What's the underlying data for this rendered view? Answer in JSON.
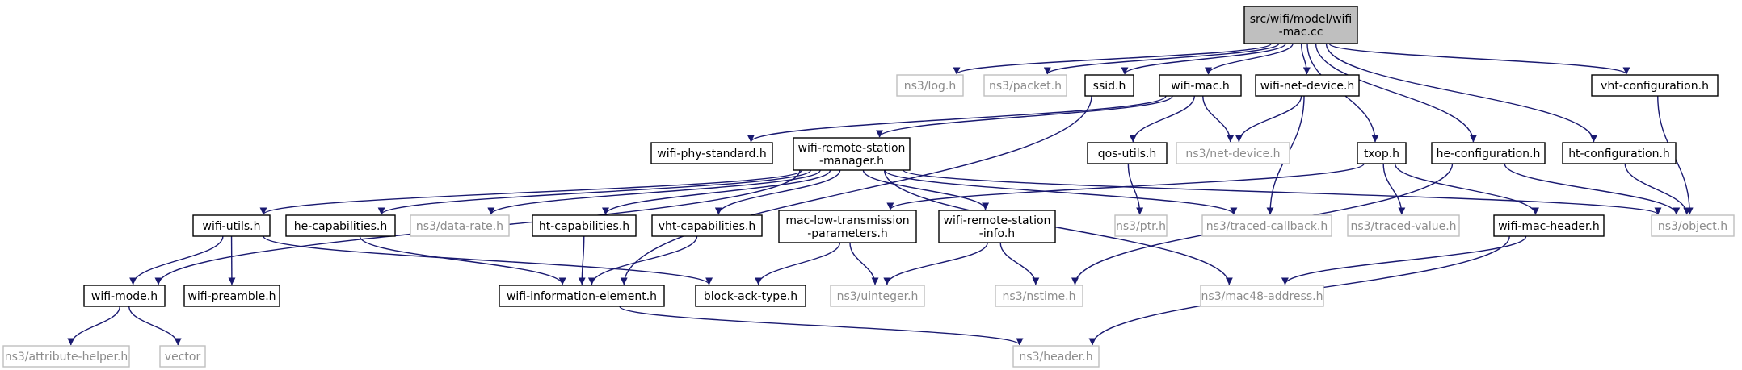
{
  "colors": {
    "edge": "#191970",
    "internal_border": "#000000",
    "external_border": "#bfbfbf",
    "root_fill": "#bfbfbf",
    "external_text": "#8c8c8c"
  },
  "nodes": {
    "root": {
      "lines": [
        "src/wifi/model/wifi",
        "-mac.cc"
      ],
      "kind": "root"
    },
    "ns3_log": {
      "lines": [
        "ns3/log.h"
      ],
      "kind": "external"
    },
    "ns3_packet": {
      "lines": [
        "ns3/packet.h"
      ],
      "kind": "external"
    },
    "ssid": {
      "lines": [
        "ssid.h"
      ],
      "kind": "internal"
    },
    "wifi_mac": {
      "lines": [
        "wifi-mac.h"
      ],
      "kind": "internal"
    },
    "wifi_net_device": {
      "lines": [
        "wifi-net-device.h"
      ],
      "kind": "internal"
    },
    "vht_configuration": {
      "lines": [
        "vht-configuration.h"
      ],
      "kind": "internal"
    },
    "wifi_phy_standard": {
      "lines": [
        "wifi-phy-standard.h"
      ],
      "kind": "internal"
    },
    "wifi_remote_station_manager": {
      "lines": [
        "wifi-remote-station",
        "-manager.h"
      ],
      "kind": "internal"
    },
    "qos_utils": {
      "lines": [
        "qos-utils.h"
      ],
      "kind": "internal"
    },
    "ns3_net_device": {
      "lines": [
        "ns3/net-device.h"
      ],
      "kind": "external"
    },
    "txop": {
      "lines": [
        "txop.h"
      ],
      "kind": "internal"
    },
    "he_configuration": {
      "lines": [
        "he-configuration.h"
      ],
      "kind": "internal"
    },
    "ht_configuration": {
      "lines": [
        "ht-configuration.h"
      ],
      "kind": "internal"
    },
    "wifi_utils": {
      "lines": [
        "wifi-utils.h"
      ],
      "kind": "internal"
    },
    "he_capabilities": {
      "lines": [
        "he-capabilities.h"
      ],
      "kind": "internal"
    },
    "ns3_data_rate": {
      "lines": [
        "ns3/data-rate.h"
      ],
      "kind": "external"
    },
    "ht_capabilities": {
      "lines": [
        "ht-capabilities.h"
      ],
      "kind": "internal"
    },
    "vht_capabilities": {
      "lines": [
        "vht-capabilities.h"
      ],
      "kind": "internal"
    },
    "mac_low_transmission_parameters": {
      "lines": [
        "mac-low-transmission",
        "-parameters.h"
      ],
      "kind": "internal"
    },
    "wifi_remote_station_info": {
      "lines": [
        "wifi-remote-station",
        "-info.h"
      ],
      "kind": "internal"
    },
    "ns3_ptr": {
      "lines": [
        "ns3/ptr.h"
      ],
      "kind": "external"
    },
    "ns3_traced_callback": {
      "lines": [
        "ns3/traced-callback.h"
      ],
      "kind": "external"
    },
    "ns3_traced_value": {
      "lines": [
        "ns3/traced-value.h"
      ],
      "kind": "external"
    },
    "wifi_mac_header": {
      "lines": [
        "wifi-mac-header.h"
      ],
      "kind": "internal"
    },
    "ns3_object": {
      "lines": [
        "ns3/object.h"
      ],
      "kind": "external"
    },
    "wifi_mode": {
      "lines": [
        "wifi-mode.h"
      ],
      "kind": "internal"
    },
    "wifi_preamble": {
      "lines": [
        "wifi-preamble.h"
      ],
      "kind": "internal"
    },
    "wifi_information_element": {
      "lines": [
        "wifi-information-element.h"
      ],
      "kind": "internal"
    },
    "block_ack_type": {
      "lines": [
        "block-ack-type.h"
      ],
      "kind": "internal"
    },
    "ns3_uinteger": {
      "lines": [
        "ns3/uinteger.h"
      ],
      "kind": "external"
    },
    "ns3_nstime": {
      "lines": [
        "ns3/nstime.h"
      ],
      "kind": "external"
    },
    "ns3_mac48_address": {
      "lines": [
        "ns3/mac48-address.h"
      ],
      "kind": "external"
    },
    "ns3_attribute_helper": {
      "lines": [
        "ns3/attribute-helper.h"
      ],
      "kind": "external"
    },
    "vector": {
      "lines": [
        "vector"
      ],
      "kind": "external"
    },
    "ns3_header": {
      "lines": [
        "ns3/header.h"
      ],
      "kind": "external"
    }
  },
  "edges": [
    [
      "root",
      "ns3_log"
    ],
    [
      "root",
      "ns3_packet"
    ],
    [
      "root",
      "ssid"
    ],
    [
      "root",
      "wifi_mac"
    ],
    [
      "root",
      "wifi_net_device"
    ],
    [
      "root",
      "txop"
    ],
    [
      "root",
      "he_configuration"
    ],
    [
      "root",
      "ht_configuration"
    ],
    [
      "root",
      "vht_configuration"
    ],
    [
      "ssid",
      "wifi_information_element"
    ],
    [
      "wifi_mac",
      "wifi_phy_standard"
    ],
    [
      "wifi_mac",
      "wifi_remote_station_manager"
    ],
    [
      "wifi_mac",
      "qos_utils"
    ],
    [
      "wifi_mac",
      "ns3_net_device"
    ],
    [
      "wifi_net_device",
      "ns3_net_device"
    ],
    [
      "wifi_net_device",
      "ns3_traced_callback"
    ],
    [
      "vht_configuration",
      "ns3_object"
    ],
    [
      "wifi_remote_station_manager",
      "wifi_mode"
    ],
    [
      "wifi_remote_station_manager",
      "wifi_utils"
    ],
    [
      "wifi_remote_station_manager",
      "he_capabilities"
    ],
    [
      "wifi_remote_station_manager",
      "ns3_data_rate"
    ],
    [
      "wifi_remote_station_manager",
      "ht_capabilities"
    ],
    [
      "wifi_remote_station_manager",
      "vht_capabilities"
    ],
    [
      "wifi_remote_station_manager",
      "wifi_remote_station_info"
    ],
    [
      "wifi_remote_station_manager",
      "ns3_traced_callback"
    ],
    [
      "wifi_remote_station_manager",
      "ns3_mac48_address"
    ],
    [
      "wifi_remote_station_manager",
      "ns3_object"
    ],
    [
      "qos_utils",
      "ns3_ptr"
    ],
    [
      "txop",
      "mac_low_transmission_parameters"
    ],
    [
      "txop",
      "ns3_traced_value"
    ],
    [
      "txop",
      "wifi_mac_header"
    ],
    [
      "he_configuration",
      "ns3_nstime"
    ],
    [
      "he_configuration",
      "ns3_object"
    ],
    [
      "ht_configuration",
      "ns3_object"
    ],
    [
      "wifi_utils",
      "wifi_mode"
    ],
    [
      "wifi_utils",
      "wifi_preamble"
    ],
    [
      "wifi_utils",
      "block_ack_type"
    ],
    [
      "he_capabilities",
      "wifi_information_element"
    ],
    [
      "ht_capabilities",
      "wifi_information_element"
    ],
    [
      "vht_capabilities",
      "wifi_information_element"
    ],
    [
      "mac_low_transmission_parameters",
      "block_ack_type"
    ],
    [
      "mac_low_transmission_parameters",
      "ns3_uinteger"
    ],
    [
      "wifi_remote_station_info",
      "ns3_uinteger"
    ],
    [
      "wifi_remote_station_info",
      "ns3_nstime"
    ],
    [
      "wifi_mac_header",
      "ns3_mac48_address"
    ],
    [
      "wifi_mac_header",
      "ns3_header"
    ],
    [
      "wifi_mode",
      "ns3_attribute_helper"
    ],
    [
      "wifi_mode",
      "vector"
    ],
    [
      "wifi_information_element",
      "ns3_header"
    ]
  ]
}
